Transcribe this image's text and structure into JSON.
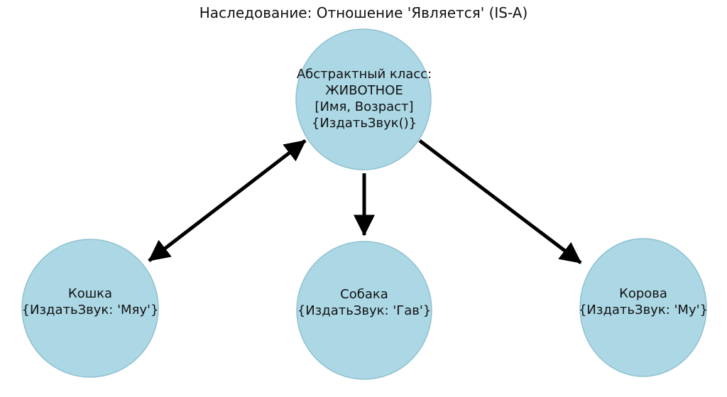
{
  "title": "Наследование: Отношение 'Является' (IS-A)",
  "colors": {
    "background": "#ffffff",
    "node_fill": "#acd8e5",
    "node_stroke": "#8fc0d0",
    "arrow": "#000000",
    "text": "#111111"
  },
  "nodes": {
    "animal": {
      "lines": [
        "Абстрактный класс:",
        "ЖИВОТНОЕ",
        "[Имя, Возраст]",
        "{ИздатьЗвук()}"
      ]
    },
    "cat": {
      "lines": [
        "Кошка",
        "{ИздатьЗвук: 'Мяу'}"
      ]
    },
    "dog": {
      "lines": [
        "Собака",
        "{ИздатьЗвук: 'Гав'}"
      ]
    },
    "cow": {
      "lines": [
        "Корова",
        "{ИздатьЗвук: 'Му'}"
      ]
    }
  },
  "edges": [
    {
      "from": "ЖИВОТНОЕ",
      "to": "Кошка",
      "direction": "bidirectional"
    },
    {
      "from": "ЖИВОТНОЕ",
      "to": "Собака",
      "direction": "one-way"
    },
    {
      "from": "ЖИВОТНОЕ",
      "to": "Корова",
      "direction": "one-way"
    }
  ]
}
